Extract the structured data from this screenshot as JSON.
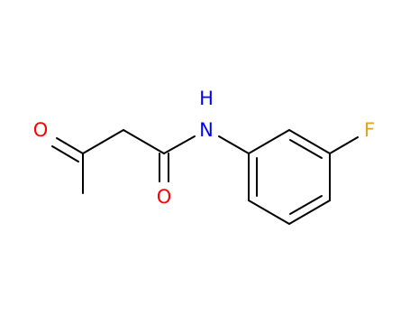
{
  "structure": {
    "atoms": {
      "oxygen_ketone": "O",
      "oxygen_amide": "O",
      "nitrogen_amide": "N",
      "hydrogen_amide": "H",
      "fluorine": "F"
    },
    "colors": {
      "bond": "#000000",
      "oxygen": "#ff0000",
      "nitrogen": "#0000ff",
      "fluorine": "#daa520"
    }
  }
}
